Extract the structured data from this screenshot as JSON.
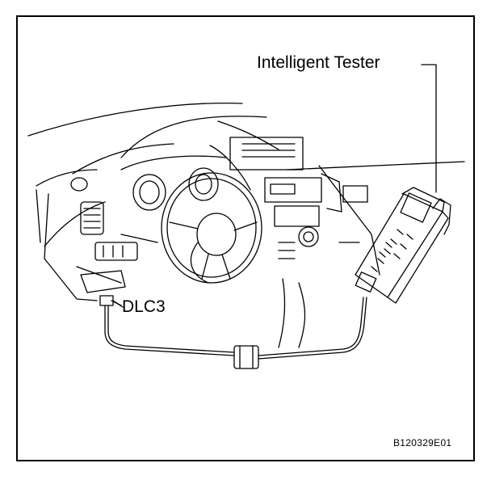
{
  "labels": {
    "tester": "Intelligent Tester",
    "dlc": "DLC3",
    "figure_id": "B120329E01"
  },
  "colors": {
    "line": "#000000",
    "background": "#ffffff"
  }
}
